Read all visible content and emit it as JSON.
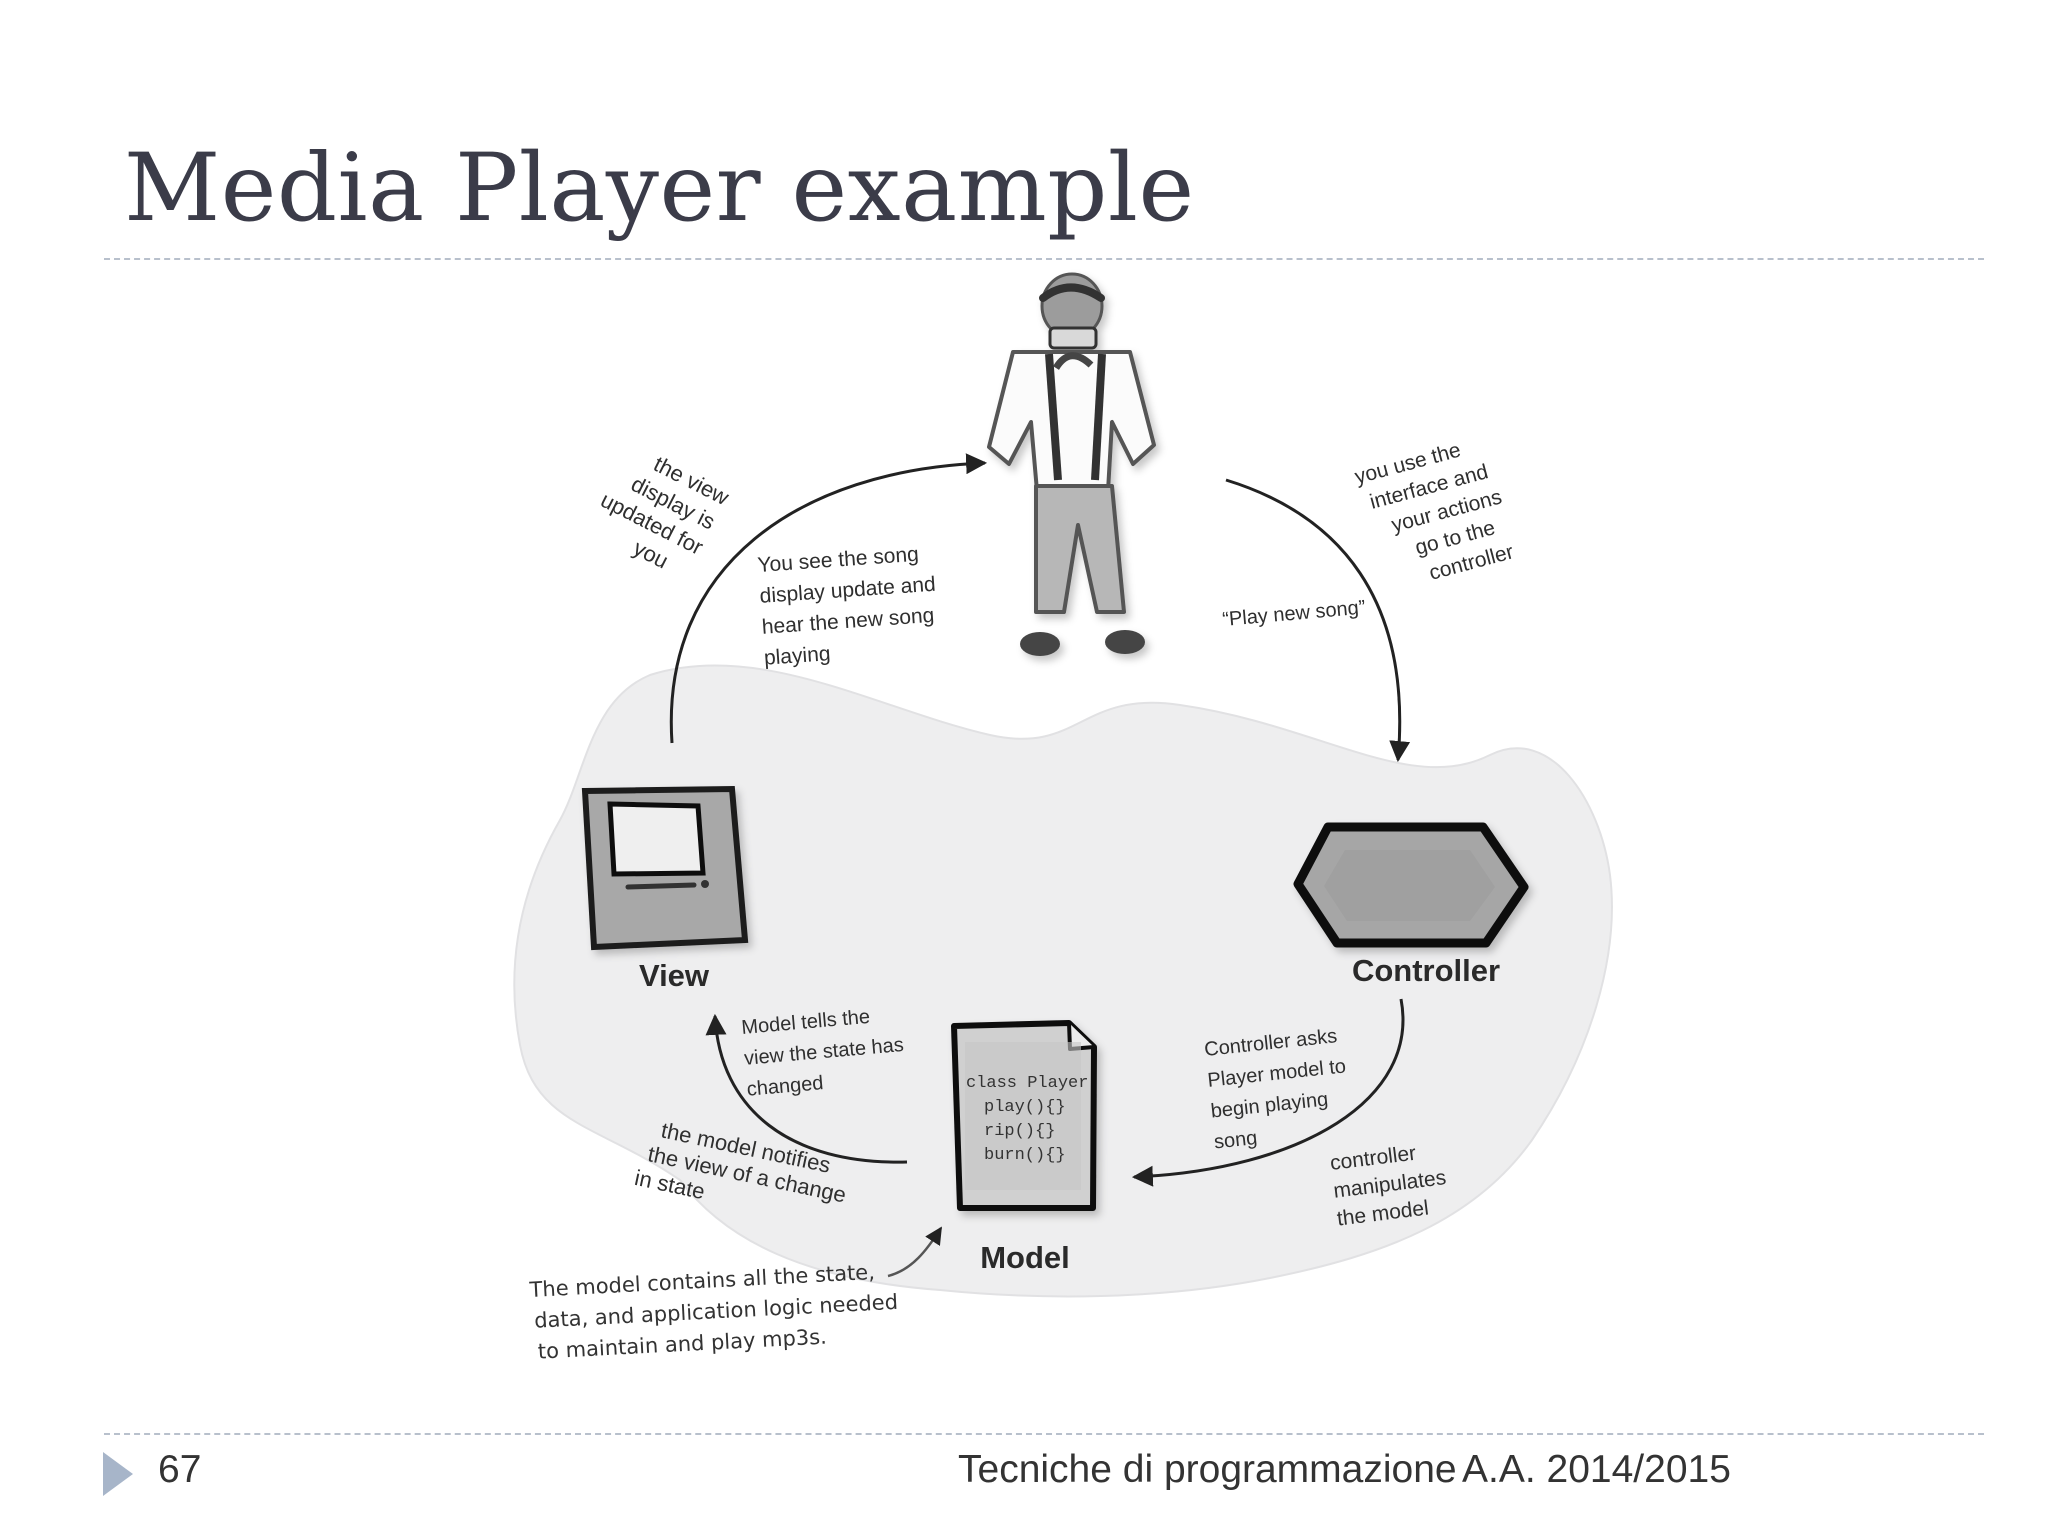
{
  "title": "Media Player example",
  "footer": {
    "page_number": "67",
    "course": "Tecniche di programmazione",
    "year": "A.A. 2014/2015"
  },
  "diagram": {
    "nodes": {
      "view": "View",
      "controller": "Controller",
      "model": "Model"
    },
    "annotations": {
      "view_display_updated": [
        "the view",
        "display is",
        "updated for",
        "you"
      ],
      "you_see_song": [
        "You see the song",
        "display update and",
        "hear the new song",
        "playing"
      ],
      "you_use_interface": [
        "you use the",
        "interface and",
        "your actions",
        "go to the",
        "controller"
      ],
      "play_new_song": "“Play new song”",
      "model_tells_view": [
        "Model tells the",
        "view the state has",
        "changed"
      ],
      "model_notifies": [
        "the model  notifies",
        "the view of a change",
        "in state"
      ],
      "controller_asks": [
        "Controller asks",
        "Player model to",
        "begin playing",
        "song"
      ],
      "controller_manipulates": [
        "controller",
        "manipulates",
        "the model"
      ],
      "model_contains": [
        "The model contains all the state,",
        "data, and application logic needed",
        "to maintain and play mp3s."
      ]
    },
    "model_code": [
      "class Player",
      "play(){}",
      "rip(){}",
      "burn(){}"
    ],
    "icons": [
      "person-icon",
      "monitor-icon",
      "hexagon-icon",
      "document-icon"
    ]
  }
}
